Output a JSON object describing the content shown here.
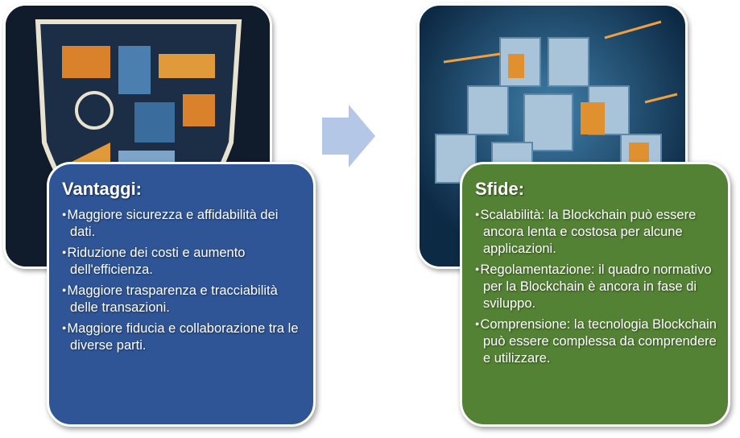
{
  "advantages": {
    "title": "Vantaggi:",
    "items": [
      "Maggiore sicurezza e affidabilità dei dati.",
      "Riduzione dei costi e aumento dell'efficienza.",
      "Maggiore trasparenza e tracciabilità delle transazioni.",
      "Maggiore fiducia e collaborazione tra le diverse parti."
    ],
    "color": "#2F5597"
  },
  "challenges": {
    "title": "Sfide:",
    "items": [
      "Scalabilità: la Blockchain può essere ancora lenta e costosa per alcune applicazioni.",
      "Regolamentazione: il quadro normativo per la Blockchain è ancora in fase di sviluppo.",
      "Comprensione: la tecnologia Blockchain può essere complessa da comprendere e utilizzare."
    ],
    "color": "#548235"
  },
  "arrow_color": "#B4C7E7"
}
